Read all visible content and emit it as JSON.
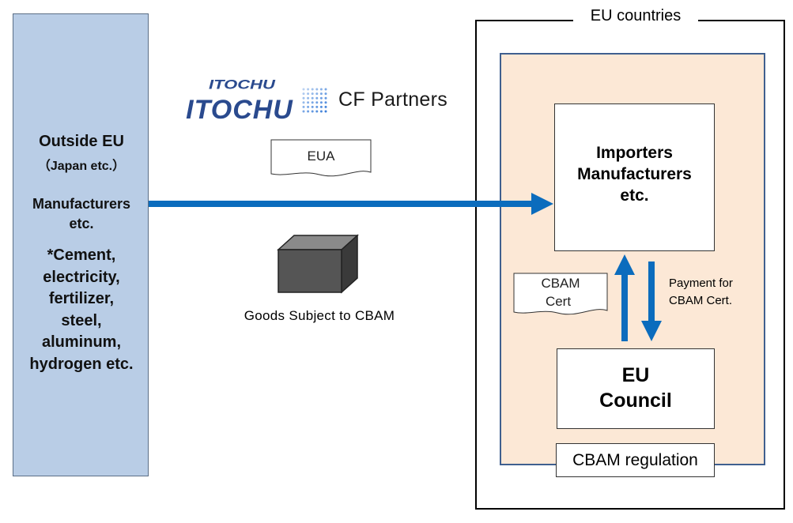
{
  "outside_eu": {
    "title": "Outside EU",
    "subtitle": "（Japan etc.）",
    "manufacturers": "Manufacturers\netc.",
    "goods": "*Cement,\nelectricity,\nfertilizer,\nsteel,\naluminum,\nhydrogen etc."
  },
  "eu": {
    "label": "EU countries",
    "importers": "Importers\nManufacturers\netc.",
    "council": "EU\nCouncil",
    "regulation": "CBAM regulation",
    "payment": "Payment for\nCBAM Cert.",
    "cert_line1": "CBAM",
    "cert_line2": "Cert"
  },
  "middle": {
    "eua": "EUA",
    "goods_label": "Goods Subject to CBAM"
  },
  "logos": {
    "itochu": "ITOCHU",
    "cf_partners": "CF Partners"
  },
  "colors": {
    "arrow": "#0b6cbd",
    "outside_fill": "#b9cde6",
    "eu_inner_fill": "#fce8d6",
    "eu_inner_border": "#3f5f8f",
    "itochu_blue": "#2a4a8e",
    "cf_dot": "#3d7fd9"
  }
}
